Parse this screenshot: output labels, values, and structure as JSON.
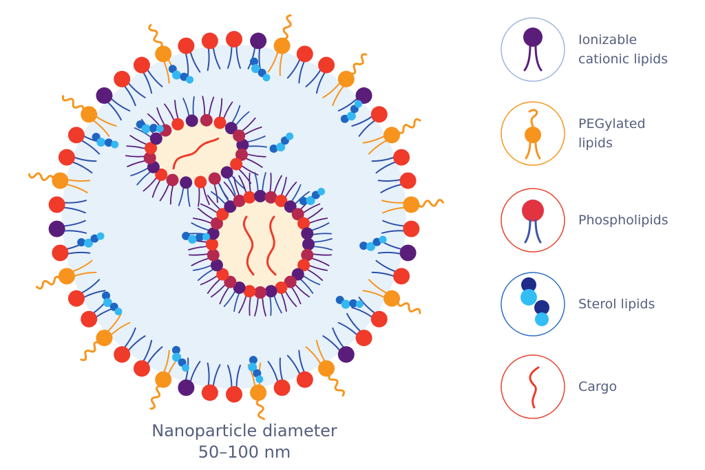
{
  "caption": {
    "line1": "Nanoparticle diameter",
    "line2": "50–100 nm"
  },
  "legend": {
    "items": [
      {
        "id": "ionizable",
        "label_line1": "Ionizable",
        "label_line2": "cationic lipids",
        "icon": "ionizable-lipid-icon",
        "ring_color": "#9db5e0",
        "color": "#5a1e7a"
      },
      {
        "id": "pegylated",
        "label_line1": "PEGylated",
        "label_line2": "lipids",
        "icon": "pegylated-lipid-icon",
        "ring_color": "#f7941d",
        "color": "#f7941d"
      },
      {
        "id": "phospholipid",
        "label_line1": "Phospholipids",
        "label_line2": "",
        "icon": "phospholipid-icon",
        "ring_color": "#e8412c",
        "color": "#e23341"
      },
      {
        "id": "sterol",
        "label_line1": "Sterol lipids",
        "label_line2": "",
        "icon": "sterol-lipid-icon",
        "ring_color": "#2b6fc2",
        "color": "#1f2d8a"
      },
      {
        "id": "cargo",
        "label_line1": "Cargo",
        "label_line2": "",
        "icon": "cargo-icon",
        "ring_color": "#e8412c",
        "color": "#ee3a2a"
      }
    ]
  },
  "colors": {
    "text": "#555f7d",
    "interior": "#e6f1fa",
    "vesicle_core": "#fdf0d6",
    "ionizable": "#5a1e7a",
    "pegylated": "#f7941d",
    "phospholipid": "#f03a2a",
    "phospholipid_inner": "#b4294f",
    "tail_blue": "#2d4fa8",
    "tail_purple": "#5a1e7a",
    "sterol_dark": "#1f66c2",
    "sterol_light": "#35b8f2",
    "cargo": "#ee3a2a"
  }
}
